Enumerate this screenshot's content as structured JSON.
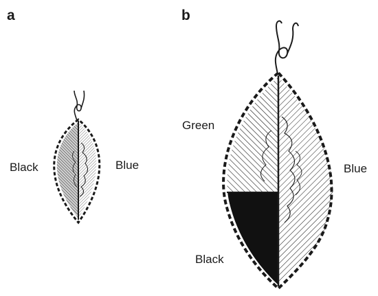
{
  "panels": {
    "a": {
      "label": "a",
      "left_label": "Black",
      "right_label": "Blue"
    },
    "b": {
      "label": "b",
      "top_left_label": "Green",
      "bottom_left_label": "Black",
      "right_label": "Blue"
    }
  },
  "colors": {
    "ink": "#1a1a1a",
    "background": "#ffffff"
  }
}
